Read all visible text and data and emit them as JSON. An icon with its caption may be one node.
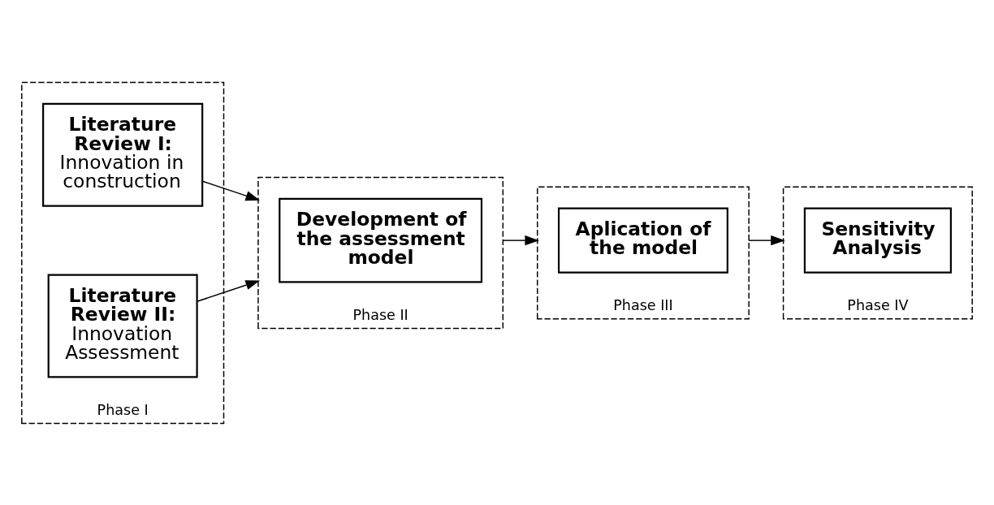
{
  "diagram": {
    "nodes": [
      {
        "text": [
          "Phase I"
        ]
      },
      {
        "text": [
          "Literature Review I:",
          "Innovation in construction"
        ],
        "in": 0
      },
      {
        "text": [
          "Literature Review II:",
          "Innovation Assessment"
        ],
        "in": 0
      },
      {
        "text": [
          "Phase II"
        ]
      },
      {
        "text": [
          "Development of the assessment model"
        ],
        "in": 3
      },
      {
        "text": [
          "Phase III"
        ]
      },
      {
        "text": [
          "Aplication of the model"
        ],
        "in": 5
      },
      {
        "text": [
          "Phase IV"
        ]
      },
      {
        "text": [
          "Sensitivity Analysis"
        ],
        "in": 7
      }
    ],
    "edges": [
      {
        "from": 1,
        "to": 3,
        "arrow": "to"
      },
      {
        "from": 2,
        "to": 3,
        "arrow": "to"
      },
      {
        "from": 3,
        "to": 5,
        "arrow": "to"
      },
      {
        "from": 5,
        "to": 7,
        "arrow": "to"
      }
    ]
  }
}
